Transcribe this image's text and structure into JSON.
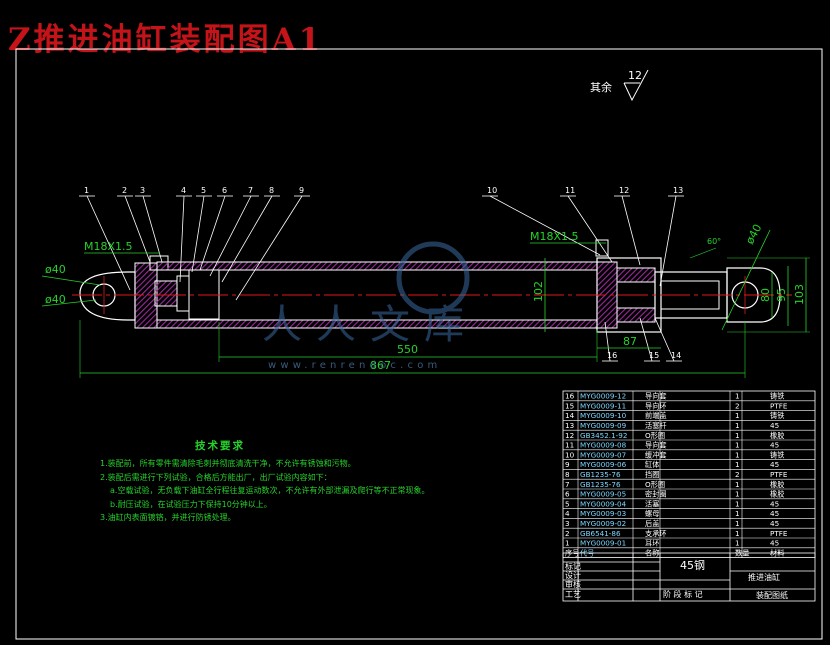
{
  "title": "Z推进油缸装配图A1",
  "roughness": {
    "label": "其余",
    "value": "12"
  },
  "watermark": {
    "text": "人人文库",
    "url": "www.renrendoc.com"
  },
  "dimensions": {
    "thread_left": "M18X1.5",
    "thread_right": "M18X1.5",
    "dia_left_a": "ø40",
    "dia_left_b": "ø40",
    "dia_right": "ø40",
    "d_102": "102",
    "d_80": "80",
    "d_95": "95",
    "d_103": "103",
    "d_550": "550",
    "d_867": "867",
    "d_87": "87",
    "angle": "60°"
  },
  "balloons": [
    "1",
    "2",
    "3",
    "4",
    "5",
    "6",
    "7",
    "8",
    "9",
    "10",
    "11",
    "12",
    "13",
    "14",
    "15",
    "16"
  ],
  "notes": {
    "title": "技术要求",
    "lines": [
      "1.装配前，所有零件需清除毛刺并彻底清洗干净，不允许有锈蚀和污物。",
      "2.装配后需进行下列试验，合格后方能出厂，出厂试验内容如下：",
      "a.空载试验，无负载下油缸全行程往复运动数次，不允许有外部泄漏及爬行等不正常现象。",
      "b.耐压试验，在试验压力下保持10分钟以上。",
      "3.油缸内表面镀铬，并进行防锈处理。"
    ]
  },
  "bom": [
    {
      "no": "16",
      "code": "MYG0009-12",
      "name": "导向套",
      "qty": "1",
      "mat": "铸铁"
    },
    {
      "no": "15",
      "code": "MYG0009-11",
      "name": "导向环",
      "qty": "2",
      "mat": "PTFE"
    },
    {
      "no": "14",
      "code": "MYG0009-10",
      "name": "前端盖",
      "qty": "1",
      "mat": "铸铁"
    },
    {
      "no": "13",
      "code": "MYG0009-09",
      "name": "活塞杆",
      "qty": "1",
      "mat": "45"
    },
    {
      "no": "12",
      "code": "GB3452.1-92",
      "name": "O形圈",
      "qty": "1",
      "mat": "橡胶"
    },
    {
      "no": "11",
      "code": "MYG0009-08",
      "name": "导向套",
      "qty": "1",
      "mat": "45"
    },
    {
      "no": "10",
      "code": "MYG0009-07",
      "name": "缓冲套",
      "qty": "1",
      "mat": "铸铁"
    },
    {
      "no": "9",
      "code": "MYG0009-06",
      "name": "缸体",
      "qty": "1",
      "mat": "45"
    },
    {
      "no": "8",
      "code": "GB1235-76",
      "name": "挡圈",
      "qty": "2",
      "mat": "PTFE"
    },
    {
      "no": "7",
      "code": "GB1235-76",
      "name": "O形圈",
      "qty": "1",
      "mat": "橡胶"
    },
    {
      "no": "6",
      "code": "MYG0009-05",
      "name": "密封圈",
      "qty": "1",
      "mat": "橡胶"
    },
    {
      "no": "5",
      "code": "MYG0009-04",
      "name": "活塞",
      "qty": "1",
      "mat": "45"
    },
    {
      "no": "4",
      "code": "MYG0009-03",
      "name": "螺母",
      "qty": "1",
      "mat": "45"
    },
    {
      "no": "3",
      "code": "MYG0009-02",
      "name": "后盖",
      "qty": "1",
      "mat": "45"
    },
    {
      "no": "2",
      "code": "GB6541-86",
      "name": "支承环",
      "qty": "1",
      "mat": "PTFE"
    },
    {
      "no": "1",
      "code": "MYG0009-01",
      "name": "耳环",
      "qty": "1",
      "mat": "45"
    }
  ],
  "bom_header": {
    "no": "序号",
    "code": "代号",
    "name": "名称",
    "qty": "数量",
    "mat": "材料"
  },
  "title_block": {
    "material": "45钢",
    "drawing_name": "推进油缸",
    "company": "装配图纸",
    "row_labels": [
      "标记",
      "设计",
      "审核",
      "工艺"
    ],
    "stage_labels": "阶 段 标 记"
  },
  "colors": {
    "outline": "#ffffff",
    "hatch": "#9a2a9a",
    "dimension": "#26d22a",
    "centerline": "#e01818",
    "title": "#c4141a",
    "table": "#ffffff",
    "table_text_cyan": "#7fd8ff"
  }
}
